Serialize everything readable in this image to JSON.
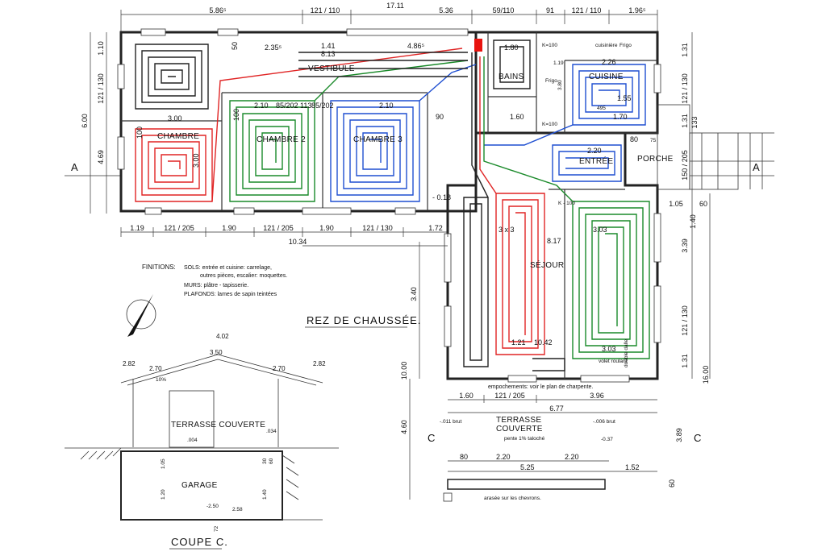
{
  "plan_title": "REZ DE CHAUSSÉE.",
  "section_title": "COUPE C.",
  "rooms": {
    "chambre": "CHAMBRE",
    "chambre2": "CHAMBRE 2",
    "chambre3": "CHAMBRE 3",
    "vestibule": "VESTIBULE",
    "bains": "BAINS",
    "cuisine": "CUISINE",
    "entree": "ENTRÉE",
    "porche": "PORCHE",
    "sejour": "SÉJOUR",
    "terrasse": "TERRASSE COUVERTE",
    "garage": "GARAGE",
    "terrasse2_l1": "TERRASSE",
    "terrasse2_l2": "COUVERTE"
  },
  "finitions": {
    "label": "FINITIONS:",
    "line1": "SOLS: entrée et cuisine: carrelage,",
    "line2": "outres pièces, escalier: moquettes.",
    "line3": "MURS: plâtre - tapisserie.",
    "line4": "PLAFONDS: lames de sapin teintées"
  },
  "section_markers": {
    "a_left": "A",
    "a_right": "A",
    "c_left": "C",
    "c_right": "C"
  },
  "top_dims": [
    "5.86⁵",
    "121 / 110",
    "17.11",
    "5.36",
    "59/110",
    "91",
    "121 / 110",
    "1.96⁵"
  ],
  "left_dims": [
    "1.10",
    "121 / 130",
    "6.00",
    "4.69"
  ],
  "right_dims": [
    "1.31",
    "121 / 130",
    "1.31",
    "133",
    "150 / 205",
    "1.05",
    "60",
    "1.40",
    "3.39",
    "121 / 130",
    "1.31",
    "16.00",
    "3.89",
    "60"
  ],
  "bottom_dims_1": [
    "1.19",
    "121 / 205",
    "1.90",
    "121 / 205",
    "1.90",
    "121 / 130",
    "1.72",
    "10.34"
  ],
  "bottom_dims_2": [
    "1.60",
    "121 / 205",
    "3.96",
    "6.77"
  ],
  "inner_labels": {
    "d235": "2.35⁵",
    "d141": "1.41",
    "d813": "8.13",
    "d486": "4.86⁵",
    "d180": "1.80",
    "d300": "3.00",
    "d210a": "2.10",
    "d8520a": "85/202",
    "d113": "113",
    "d8520b": "85/202",
    "d210b": "2.10",
    "d100a": "100",
    "d100b": "100",
    "d300b": "3.00",
    "d50": "50",
    "d90": "90",
    "d018": "- 0.18",
    "k100a": "K=100",
    "k100b": "K=100",
    "k100c": "K - 100",
    "d119": "1.19",
    "d380": "3.80",
    "d160": "1.60",
    "d226": "2.26",
    "d155": "1.55",
    "d495": "495",
    "d170": "1.70",
    "d220": "2.20",
    "d80": "80",
    "d75": "75",
    "d303": "3.03",
    "d817": "8.17",
    "d3x3": "3 x 3",
    "d121": "1.21",
    "d1042": "10.42",
    "d303b": "3.03",
    "d340": "3.40",
    "d1000": "10.00",
    "d460": "4.60",
    "frigo": "Frigo",
    "frigo2": "Frigo",
    "cuisiniere": "cuisinière",
    "volet": "volet roulant",
    "double_dalle": "double dalle"
  },
  "empoch": "empochements: voir le plan de charpente.",
  "section": {
    "d402": "4.02",
    "d350": "3.50",
    "d282a": "2.82",
    "d270a": "2.70",
    "d270b": "2.70",
    "d282b": "2.82",
    "pct": "10%",
    "d004": ".004",
    "d034": ".034",
    "d105": "1.05",
    "d120": "1.20",
    "d140": "1.40",
    "d30": "30",
    "d60": "60",
    "dm250": "-2.50",
    "d258": "2.58",
    "d72": "72"
  },
  "terrace_detail": {
    "lvl1": "-.011 brut",
    "lvl2": "-.006 brut",
    "lvl3": "-0.37",
    "pente": "pente 1% taloché",
    "d80": "80",
    "d220a": "2.20",
    "d220b": "2.20",
    "d525": "5.25",
    "d152": "1.52",
    "arase": "arasée sur les chevrons."
  },
  "colors": {
    "red": "#e02424",
    "green": "#1a8a2a",
    "blue": "#1f4fd1",
    "black": "#222222",
    "manifold": "#e8130f"
  }
}
